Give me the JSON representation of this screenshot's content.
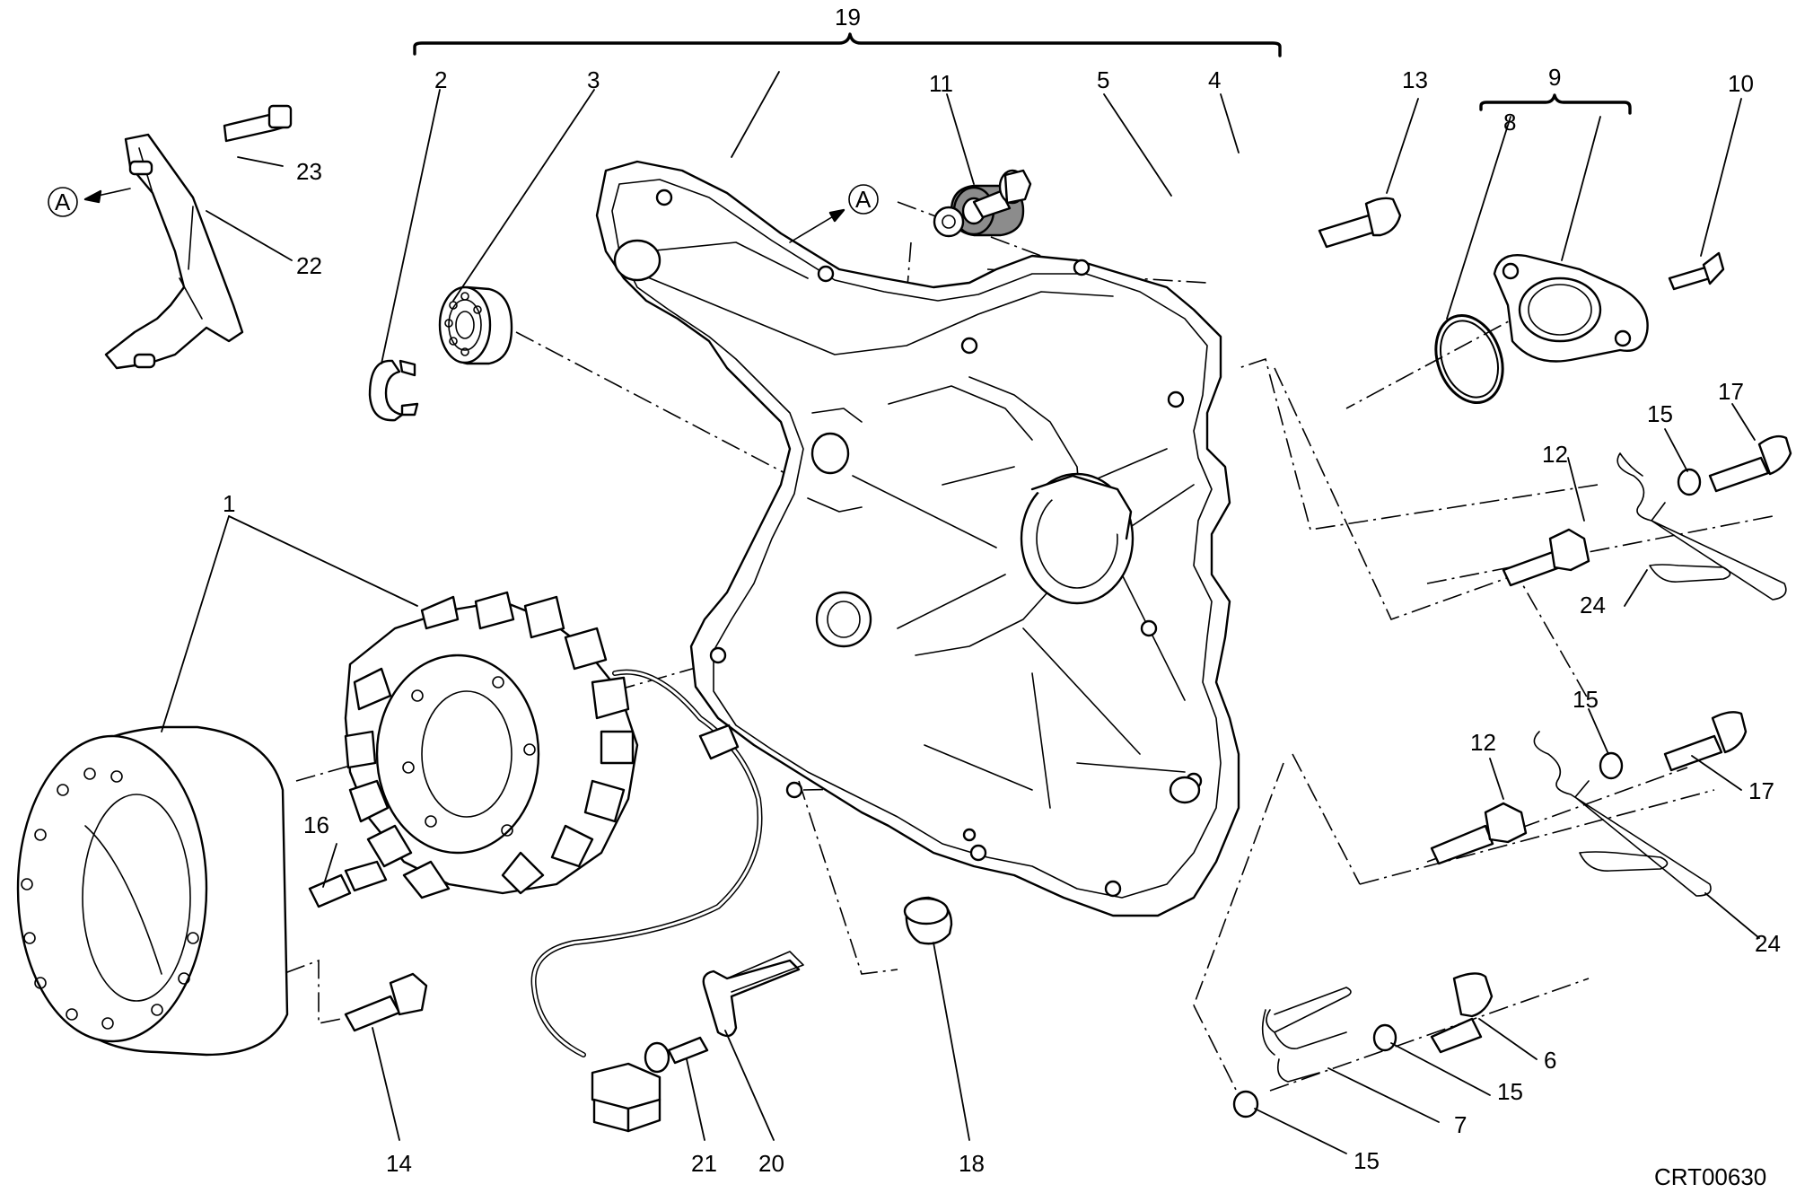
{
  "callouts": [
    {
      "id": "c1",
      "text": "1"
    },
    {
      "id": "c2",
      "text": "2"
    },
    {
      "id": "c3",
      "text": "3"
    },
    {
      "id": "c4",
      "text": "4"
    },
    {
      "id": "c5",
      "text": "5"
    },
    {
      "id": "c6",
      "text": "6"
    },
    {
      "id": "c7",
      "text": "7"
    },
    {
      "id": "c8",
      "text": "8"
    },
    {
      "id": "c9",
      "text": "9"
    },
    {
      "id": "c10",
      "text": "10"
    },
    {
      "id": "c11",
      "text": "11"
    },
    {
      "id": "c12a",
      "text": "12"
    },
    {
      "id": "c12b",
      "text": "12"
    },
    {
      "id": "c13",
      "text": "13"
    },
    {
      "id": "c14",
      "text": "14"
    },
    {
      "id": "c15a",
      "text": "15"
    },
    {
      "id": "c15b",
      "text": "15"
    },
    {
      "id": "c15c",
      "text": "15"
    },
    {
      "id": "c15d",
      "text": "15"
    },
    {
      "id": "c16",
      "text": "16"
    },
    {
      "id": "c17a",
      "text": "17"
    },
    {
      "id": "c17b",
      "text": "17"
    },
    {
      "id": "c18",
      "text": "18"
    },
    {
      "id": "c19",
      "text": "19"
    },
    {
      "id": "c20",
      "text": "20"
    },
    {
      "id": "c21",
      "text": "21"
    },
    {
      "id": "c22",
      "text": "22"
    },
    {
      "id": "c23",
      "text": "23"
    },
    {
      "id": "c24a",
      "text": "24"
    },
    {
      "id": "c24b",
      "text": "24"
    }
  ],
  "reference_marks": [
    {
      "id": "ref-a-left",
      "text": "A"
    },
    {
      "id": "ref-a-center",
      "text": "A"
    }
  ],
  "drawing_code": "CRT00630"
}
